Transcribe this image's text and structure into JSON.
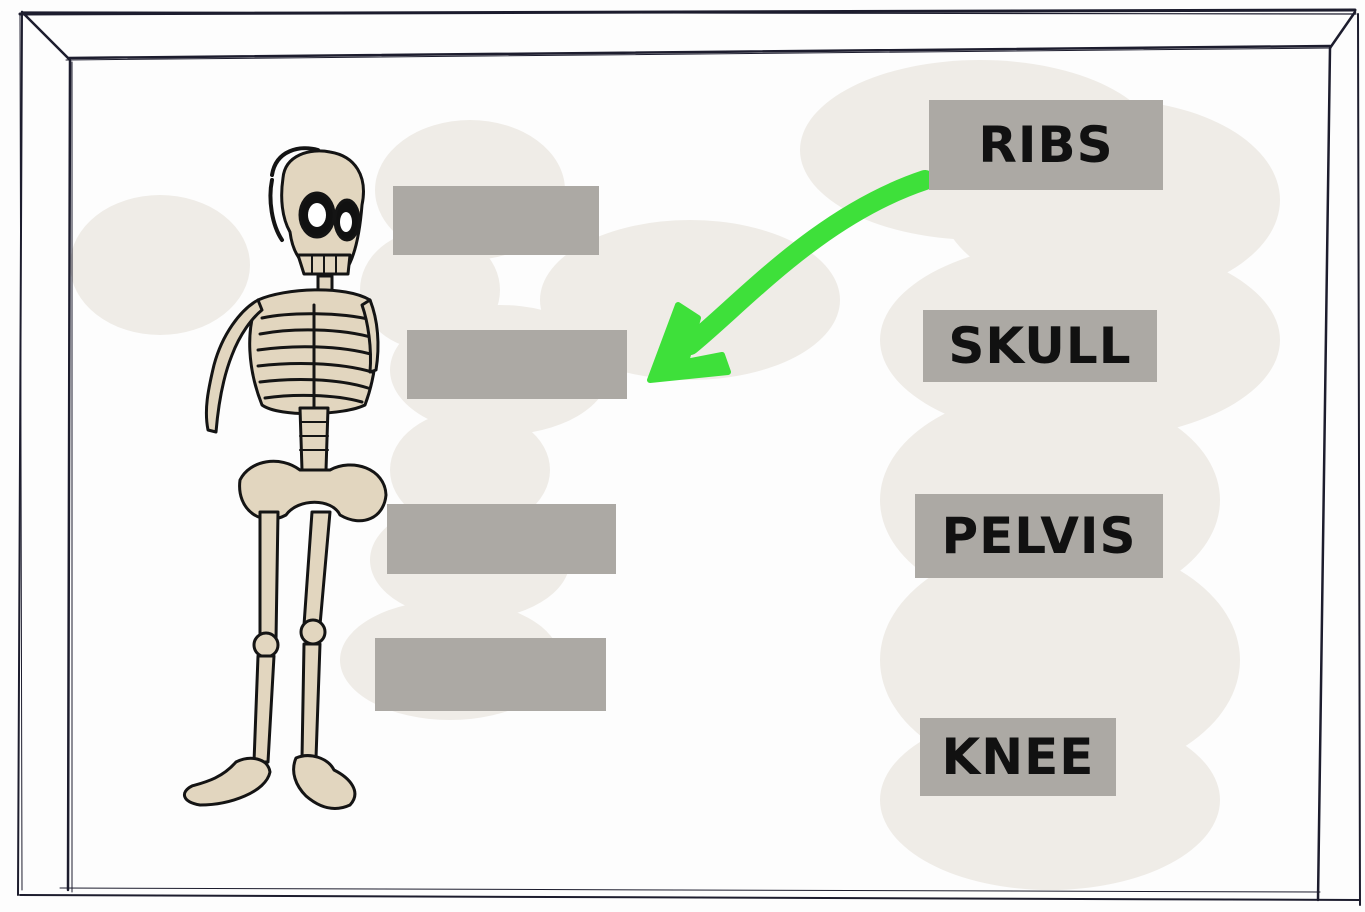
{
  "game": {
    "words": [
      {
        "label": "RIBS"
      },
      {
        "label": "SKULL"
      },
      {
        "label": "PELVIS"
      },
      {
        "label": "KNEE"
      }
    ],
    "drop_slots": [
      {
        "value": ""
      },
      {
        "value": ""
      },
      {
        "value": ""
      },
      {
        "value": ""
      }
    ],
    "hint_arrow": {
      "color": "#3ee03a",
      "from": "RIBS",
      "to": "drop-slot-2"
    },
    "colors": {
      "card": "#aca9a4",
      "bone": "#e2d6bf",
      "ink": "#111111",
      "smudge": "#eeebe6"
    }
  }
}
